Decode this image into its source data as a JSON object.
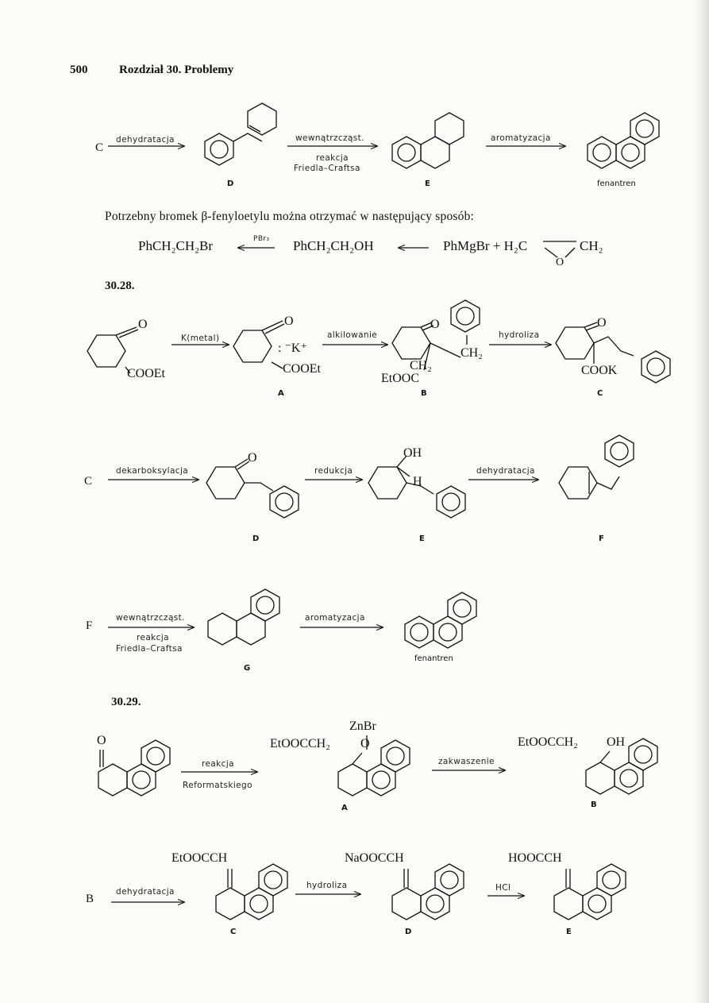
{
  "header": {
    "page_number": "500",
    "chapter_title": "Rozdział 30. Problemy"
  },
  "scheme1": {
    "lead": "C",
    "arrow1": "dehydratacja",
    "arrow2_l1": "wewnątrzcząst.",
    "arrow2_l2": "reakcja",
    "arrow2_l3": "Friedla–Craftsa",
    "arrow3": "aromatyzacja",
    "cap_d": "D",
    "cap_e": "E",
    "cap_fen": "fenantren"
  },
  "paragraph": "Potrzebny bromek β-fenyloetylu można otrzymać w następujący sposób:",
  "equation": {
    "left": "PhCH₂CH₂Br",
    "reagent": "PBr₃",
    "middle": "PhCH₂CH₂OH",
    "right": "PhMgBr + H₂C",
    "right_ch2": "CH₂",
    "right_o": "O"
  },
  "s2828": {
    "title": "30.28.",
    "o1": "O",
    "cooet1": "COOEt",
    "arrow_k": "K(metal)",
    "o2": "O",
    "k": ": ⁻K⁺",
    "cooet2": "COOEt",
    "arrow_alk": "alkilowanie",
    "o3": "O",
    "ch2a": "CH₂",
    "ch2b": "CH₂",
    "etooc": "EtOOC",
    "arrow_hyd": "hydroliza",
    "o4": "O",
    "cook": "COOK",
    "cap_a": "A",
    "cap_b": "B",
    "cap_c": "C",
    "lead2": "C",
    "arrow_dek": "dekarboksylacja",
    "o5": "O",
    "arrow_red": "redukcja",
    "oh": "OH",
    "h": "H",
    "arrow_deh": "dehydratacja",
    "cap_d": "D",
    "cap_e": "E",
    "cap_f": "F",
    "lead3": "F",
    "arrow_fc_l1": "wewnątrzcząst.",
    "arrow_fc_l2": "reakcja",
    "arrow_fc_l3": "Friedla–Craftsa",
    "arrow_aro": "aromatyzacja",
    "cap_g": "G",
    "cap_fen": "fenantren"
  },
  "s2829": {
    "title": "30.29.",
    "o_ketone": "O",
    "arrow_ref_l1": "reakcja",
    "arrow_ref_l2": "Reformatskiego",
    "znbr": "ZnBr",
    "etoocch2_a": "EtOOCCH₂",
    "o_a": "O",
    "arrow_zak": "zakwaszenie",
    "etoocch2_b": "EtOOCCH₂",
    "oh_b": "OH",
    "cap_a": "A",
    "cap_b": "B",
    "lead": "B",
    "arrow_deh": "dehydratacja",
    "etoocch": "EtOOCCH",
    "arrow_hyd": "hydroliza",
    "naoocch": "NaOOCCH",
    "arrow_hcl": "HCl",
    "hoocch": "HOOCCH",
    "cap_c": "C",
    "cap_d": "D",
    "cap_e": "E"
  }
}
